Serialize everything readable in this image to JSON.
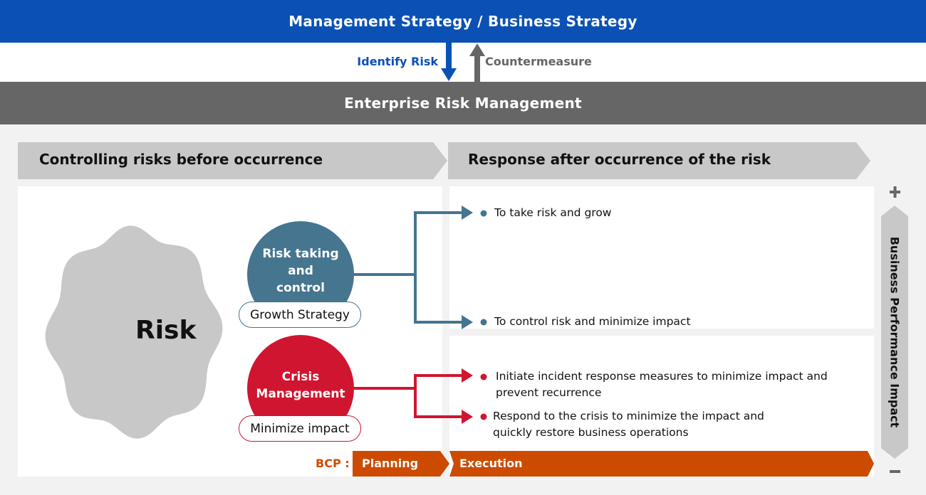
{
  "header": {
    "title": "Management Strategy / Business Strategy"
  },
  "flow": {
    "identify_label": "Identify Risk",
    "countermeasure_label": "Countermeasure"
  },
  "erm": {
    "title": "Enterprise Risk Management"
  },
  "phases": {
    "before": "Controlling risks before occurrence",
    "after": "Response after occurrence of the risk"
  },
  "risk": {
    "label": "Risk"
  },
  "risk_taking": {
    "lines": [
      "Risk taking",
      "and",
      "control"
    ],
    "tag": "Growth Strategy",
    "outcomes": [
      "To take risk and grow",
      "To control risk and minimize impact"
    ]
  },
  "crisis": {
    "lines": [
      "Crisis",
      "Management"
    ],
    "tag": "Minimize impact",
    "outcomes": [
      [
        "Initiate incident response measures to minimize impact and",
        "prevent recurrence"
      ],
      [
        "Respond to the crisis to minimize the impact and",
        "quickly restore business operations"
      ]
    ]
  },
  "bcp": {
    "label": "BCP :",
    "planning": "Planning",
    "execution": "Execution"
  },
  "impact_axis": {
    "label": "Business Performance Impact",
    "plus": "+",
    "minus": "−"
  },
  "colors": {
    "blue": "#0b51b5",
    "gray": "#666666",
    "teal": "#45758f",
    "red": "#d01530",
    "orange": "#cc4b00",
    "light": "#c8c8c8"
  }
}
